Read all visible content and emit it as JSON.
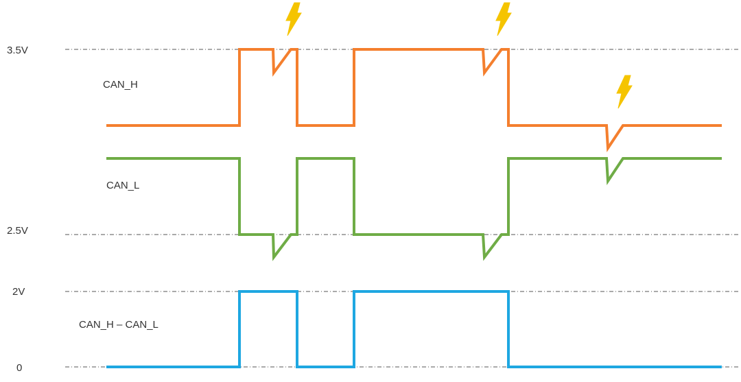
{
  "voltage_labels": {
    "v35": "3.5V",
    "v25": "2.5V",
    "v2": "2V",
    "v0": "0"
  },
  "signals": {
    "can_h": {
      "label": "CAN_H",
      "color": "#f47f2e"
    },
    "can_l": {
      "label": "CAN_L",
      "color": "#6fac46"
    },
    "diff": {
      "label": "CAN_H – CAN_L",
      "color": "#1ea7e1"
    }
  },
  "interference_icon": {
    "name": "lightning-icon",
    "color": "#f5c400",
    "count": 3
  }
}
